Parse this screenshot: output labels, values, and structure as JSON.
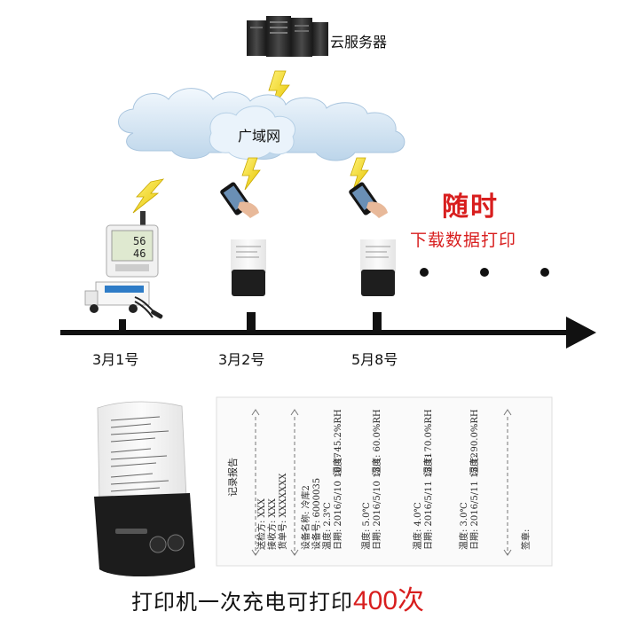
{
  "server": {
    "label": "云服务器",
    "icon": "server-icon"
  },
  "network": {
    "label": "广域网",
    "icon": "cloud-icon"
  },
  "headline": {
    "title": "随时",
    "subtitle": "下载数据打印",
    "color": "#d81e1e"
  },
  "timeline": {
    "dates": [
      "3月1号",
      "3月2号",
      "5月8号"
    ]
  },
  "receipt": {
    "title": "记录报告",
    "left_fields": [
      "送检方: XXX",
      "接收方: XXX",
      "货单号: XXXXXXX"
    ],
    "device_fields": [
      "设备名称: 冷库2",
      "设备号: 6000035",
      "温度: 2.3℃",
      "日期: 2016/5/10 10:47"
    ],
    "columns": [
      {
        "top": "湿度: 45.2%RH",
        "bottom": ""
      },
      {
        "top": "湿度: 60.0%RH",
        "temp": "温度: 5.0℃",
        "date": "日期: 2016/5/10 13:4"
      },
      {
        "top": "湿度: 70.0%RH",
        "temp": "温度: 4.0℃",
        "date": "日期: 2016/5/11 13:11"
      },
      {
        "top": "湿度: 90.0%RH",
        "temp": "温度: 3.0℃",
        "date": "日期: 2016/5/11 13:12"
      }
    ],
    "sign": "签章:"
  },
  "device_display": {
    "line1": "56",
    "line2": "46"
  },
  "caption": {
    "text": "打印机一次充电可打印",
    "count": "400次"
  }
}
